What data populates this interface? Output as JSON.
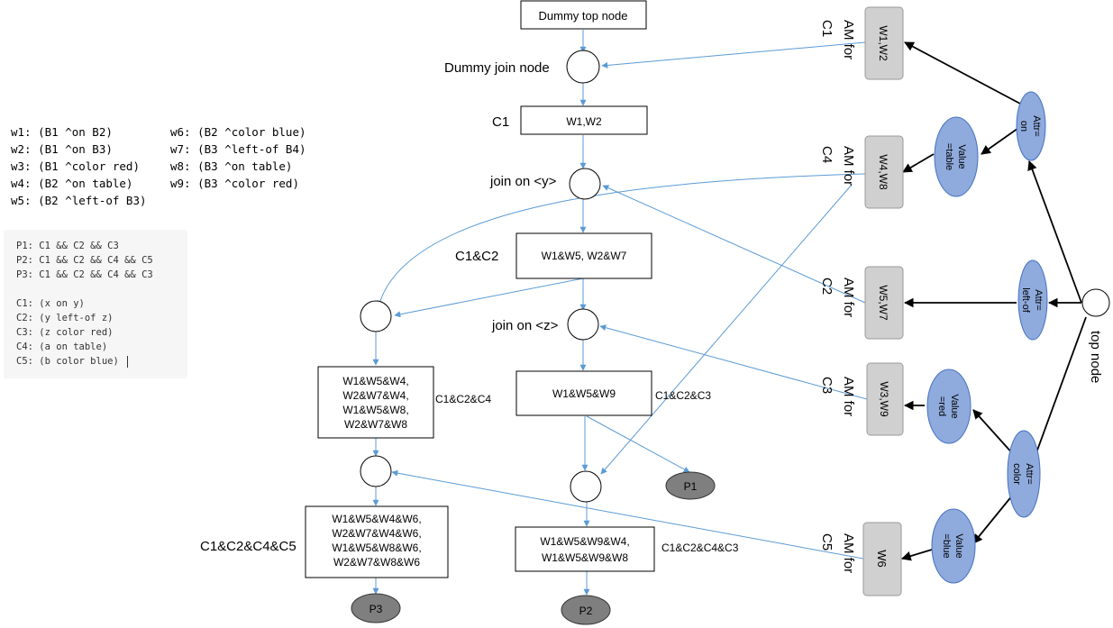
{
  "working_memory": [
    "w1: (B1 ^on B2)",
    "w2: (B1 ^on B3)",
    "w3: (B1 ^color red)",
    "w4: (B2 ^on table)",
    "w5: (B2 ^left-of B3)",
    "w6: (B2 ^color blue)",
    "w7: (B3 ^left-of B4)",
    "w8: (B3 ^on table)",
    "w9: (B3 ^color red)"
  ],
  "rules_code": [
    "P1: C1 && C2 && C3",
    "P2: C1 && C2 && C4 && C5",
    "P3: C1 && C2 && C4 && C3",
    "",
    "C1: (x on y)",
    "C2: (y left-of z)",
    "C3: (z color red)",
    "C4: (a on table)",
    "C5: (b color blue)"
  ],
  "beta_network": {
    "dummy_top": "Dummy top node",
    "dummy_join_label": "Dummy join node",
    "c1_label": "C1",
    "c1_memory": "W1,W2",
    "join_y_label": "join on <y>",
    "c1c2_label": "C1&C2",
    "c1c2_memory": "W1&W5, W2&W7",
    "join_z_label": "join on <z>",
    "c1c2c3_memory": "W1&W5&W9",
    "c1c2c3_label": "C1&C2&C3",
    "c1c2c4_memory": [
      "W1&W5&W4,",
      "W2&W7&W4,",
      "W1&W5&W8,",
      "W2&W7&W8"
    ],
    "c1c2c4_label": "C1&C2&C4",
    "c1c2c4c5_memory": [
      "W1&W5&W4&W6,",
      "W2&W7&W4&W6,",
      "W1&W5&W8&W6,",
      "W2&W7&W8&W6"
    ],
    "c1c2c4c5_label": "C1&C2&C4&C5",
    "c1c2c4c3_memory": [
      "W1&W5&W9&W4,",
      "W1&W5&W9&W8"
    ],
    "c1c2c4c3_label": "C1&C2&C4&C3",
    "p1": "P1",
    "p2": "P2",
    "p3": "P3"
  },
  "alpha_network": {
    "top_node": "top node",
    "am_for": "AM for",
    "memories": [
      {
        "cond": "C1",
        "items": "W1,W2"
      },
      {
        "cond": "C4",
        "items": "W4,W8"
      },
      {
        "cond": "C2",
        "items": "W5,W7"
      },
      {
        "cond": "C3",
        "items": "W3,W9"
      },
      {
        "cond": "C5",
        "items": "W6"
      }
    ],
    "tests": {
      "attr_on": [
        "Attr=",
        "on"
      ],
      "value_table": [
        "Value",
        "=table"
      ],
      "attr_leftof": [
        "Attr=",
        "left-of"
      ],
      "value_red": [
        "Value",
        "=red"
      ],
      "attr_color": [
        "Attr=",
        "color"
      ],
      "value_blue": [
        "Value",
        "=blue"
      ]
    }
  },
  "colors": {
    "blue_arrow": "#5b9bd5",
    "test_ellipse_fill": "#8faadc",
    "test_ellipse_stroke": "#4472c4",
    "memory_fill": "#d0d0d0",
    "production_fill": "#7f7f7f",
    "code_bg": "#f6f6f6"
  }
}
